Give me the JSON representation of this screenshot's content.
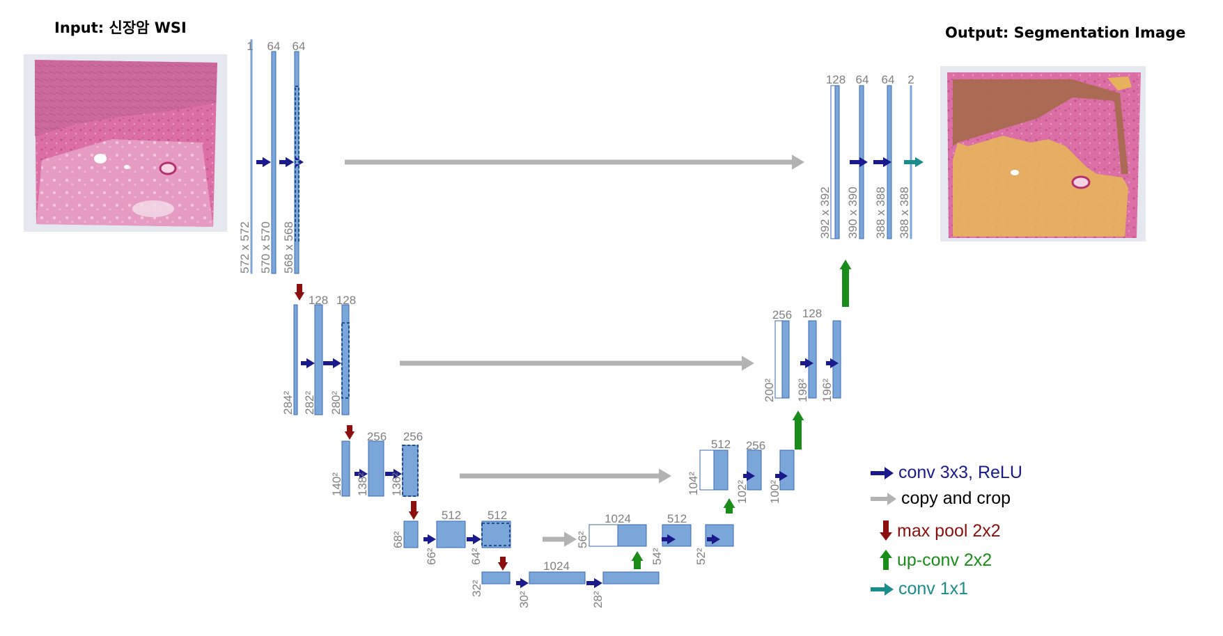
{
  "headings": {
    "input": "Input: 신장암 WSI",
    "output": "Output: Segmentation Image"
  },
  "legend": [
    {
      "label": "conv 3x3, ReLU",
      "color": "#1a1a8c",
      "arrow": "right-arrow-icon"
    },
    {
      "label": "copy and crop",
      "color": "#000000",
      "arrow_color": "#b3b3b3",
      "arrow": "right-arrow-icon"
    },
    {
      "label": "max pool 2x2",
      "color": "#8b0f0f",
      "arrow": "down-arrow-icon"
    },
    {
      "label": "up-conv 2x2",
      "color": "#1a8c1a",
      "arrow": "up-arrow-icon"
    },
    {
      "label": "conv 1x1",
      "color": "#1a8c8c",
      "arrow": "right-arrow-icon"
    }
  ],
  "colors": {
    "feature_map": "#7aa6d9",
    "feature_map_border": "#3a6ab0",
    "conv_arrow": "#1a1a8c",
    "copy_arrow": "#b3b3b3",
    "pool_arrow": "#8b0f0f",
    "upconv_arrow": "#1a8c1a",
    "conv1x1_arrow": "#1a8c8c",
    "label_text": "#7f7f7f"
  },
  "images": {
    "input": "input-wsi-kidney-tissue",
    "output": "output-segmentation-image"
  },
  "channel_labels": {
    "l1_in": "1",
    "l1_c1": "64",
    "l1_c2": "64",
    "l2_c1": "128",
    "l2_c2": "128",
    "l3_c1": "256",
    "l3_c2": "256",
    "l4_c1": "512",
    "l4_c2": "512",
    "bottom_c1": "1024",
    "u4_up": "1024",
    "u4_c1": "512",
    "u3_up": "512",
    "u3_c1": "256",
    "u2_up": "256",
    "u2_c1": "128",
    "u1_up": "128",
    "u1_c1": "64",
    "u1_c2": "64",
    "u1_out": "2"
  },
  "size_labels": {
    "l1_a": "572 x 572",
    "l1_b": "570 x 570",
    "l1_c": "568 x 568",
    "l2_a": "284²",
    "l2_b": "282²",
    "l2_c": "280²",
    "l3_a": "140²",
    "l3_b": "138²",
    "l3_c": "136²",
    "l4_a": "68²",
    "l4_b": "66²",
    "l4_c": "64²",
    "b_a": "32²",
    "b_b": "30²",
    "b_c": "28²",
    "u4_a": "56²",
    "u4_b": "54²",
    "u4_c": "52²",
    "u3_a": "104²",
    "u3_b": "102²",
    "u3_c": "100²",
    "u2_a": "200²",
    "u2_b": "198²",
    "u2_c": "196²",
    "u1_a": "392 x 392",
    "u1_b": "390 x 390",
    "u1_c": "388 x 388",
    "u1_d": "388 x 388"
  }
}
